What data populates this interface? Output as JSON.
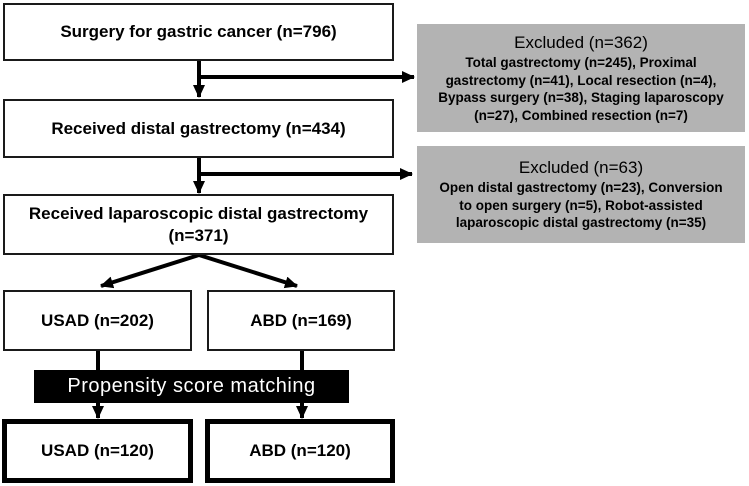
{
  "diagram": {
    "boxes": {
      "surgery": {
        "label": "Surgery for gastric cancer (n=796)"
      },
      "distal": {
        "label": "Received distal gastrectomy (n=434)"
      },
      "laparoscopic": {
        "label": "Received laparoscopic distal gastrectomy\n(n=371)"
      },
      "usad_pre": {
        "label": "USAD (n=202)"
      },
      "abd_pre": {
        "label": "ABD (n=169)"
      },
      "psm": {
        "label": "Propensity score matching"
      },
      "usad_matched": {
        "label": "USAD (n=120)"
      },
      "abd_matched": {
        "label": "ABD (n=120)"
      }
    },
    "excluded_1": {
      "title": "Excluded (n=362)",
      "body": "Total gastrectomy (n=245), Proximal\ngastrectomy (n=41), Local resection (n=4),\nBypass surgery (n=38), Staging laparoscopy\n(n=27), Combined resection (n=7)"
    },
    "excluded_2": {
      "title": "Excluded (n=63)",
      "body": "Open distal gastrectomy (n=23), Conversion\nto open surgery (n=5), Robot-assisted\nlaparoscopic distal gastrectomy (n=35)"
    },
    "colors": {
      "exclusion_box_fill": "#b3b3b3",
      "psm_bar_fill": "#000000",
      "psm_text": "#ffffff",
      "line": "#000000",
      "box_border": "#1a1a1a"
    }
  }
}
